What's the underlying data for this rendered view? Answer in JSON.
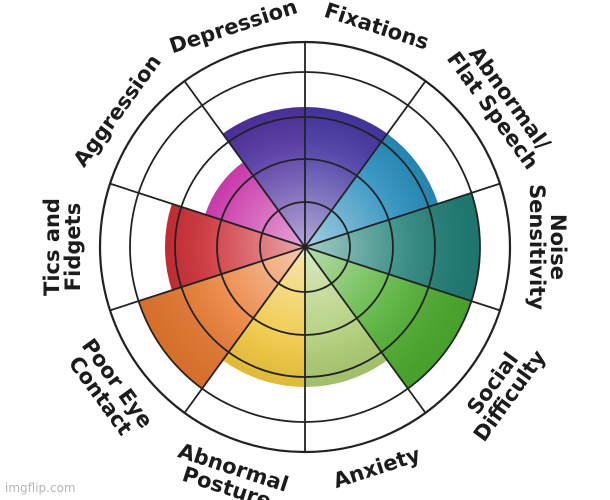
{
  "wheel": {
    "segments": [
      {
        "label": [
          "Fixations"
        ],
        "level": 0.8,
        "color": "#3B2B9C"
      },
      {
        "label": [
          "Abnormal/",
          "Flat Speech"
        ],
        "level": 0.8,
        "color": "#1A86B8"
      },
      {
        "label": [
          "Noise",
          "Sensitivity"
        ],
        "level": 1.0,
        "color": "#1F7F76"
      },
      {
        "label": [
          "Social",
          "Difficulty"
        ],
        "level": 1.0,
        "color": "#4DAE2E"
      },
      {
        "label": [
          "Anxiety"
        ],
        "level": 0.8,
        "color": "#A7C86A"
      },
      {
        "label": [
          "Abnormal",
          "Posture"
        ],
        "level": 0.8,
        "color": "#EDC232"
      },
      {
        "label": [
          "Poor Eye",
          "Contact"
        ],
        "level": 1.0,
        "color": "#E9782E"
      },
      {
        "label": [
          "Tics and",
          "Fidgets"
        ],
        "level": 0.8,
        "color": "#C8232A"
      },
      {
        "label": [
          "Aggression"
        ],
        "level": 0.6,
        "color": "#C21E9E"
      },
      {
        "label": [
          "Depression"
        ],
        "level": 0.8,
        "color": "#45269A"
      }
    ]
  },
  "watermark": "imgflip.com"
}
